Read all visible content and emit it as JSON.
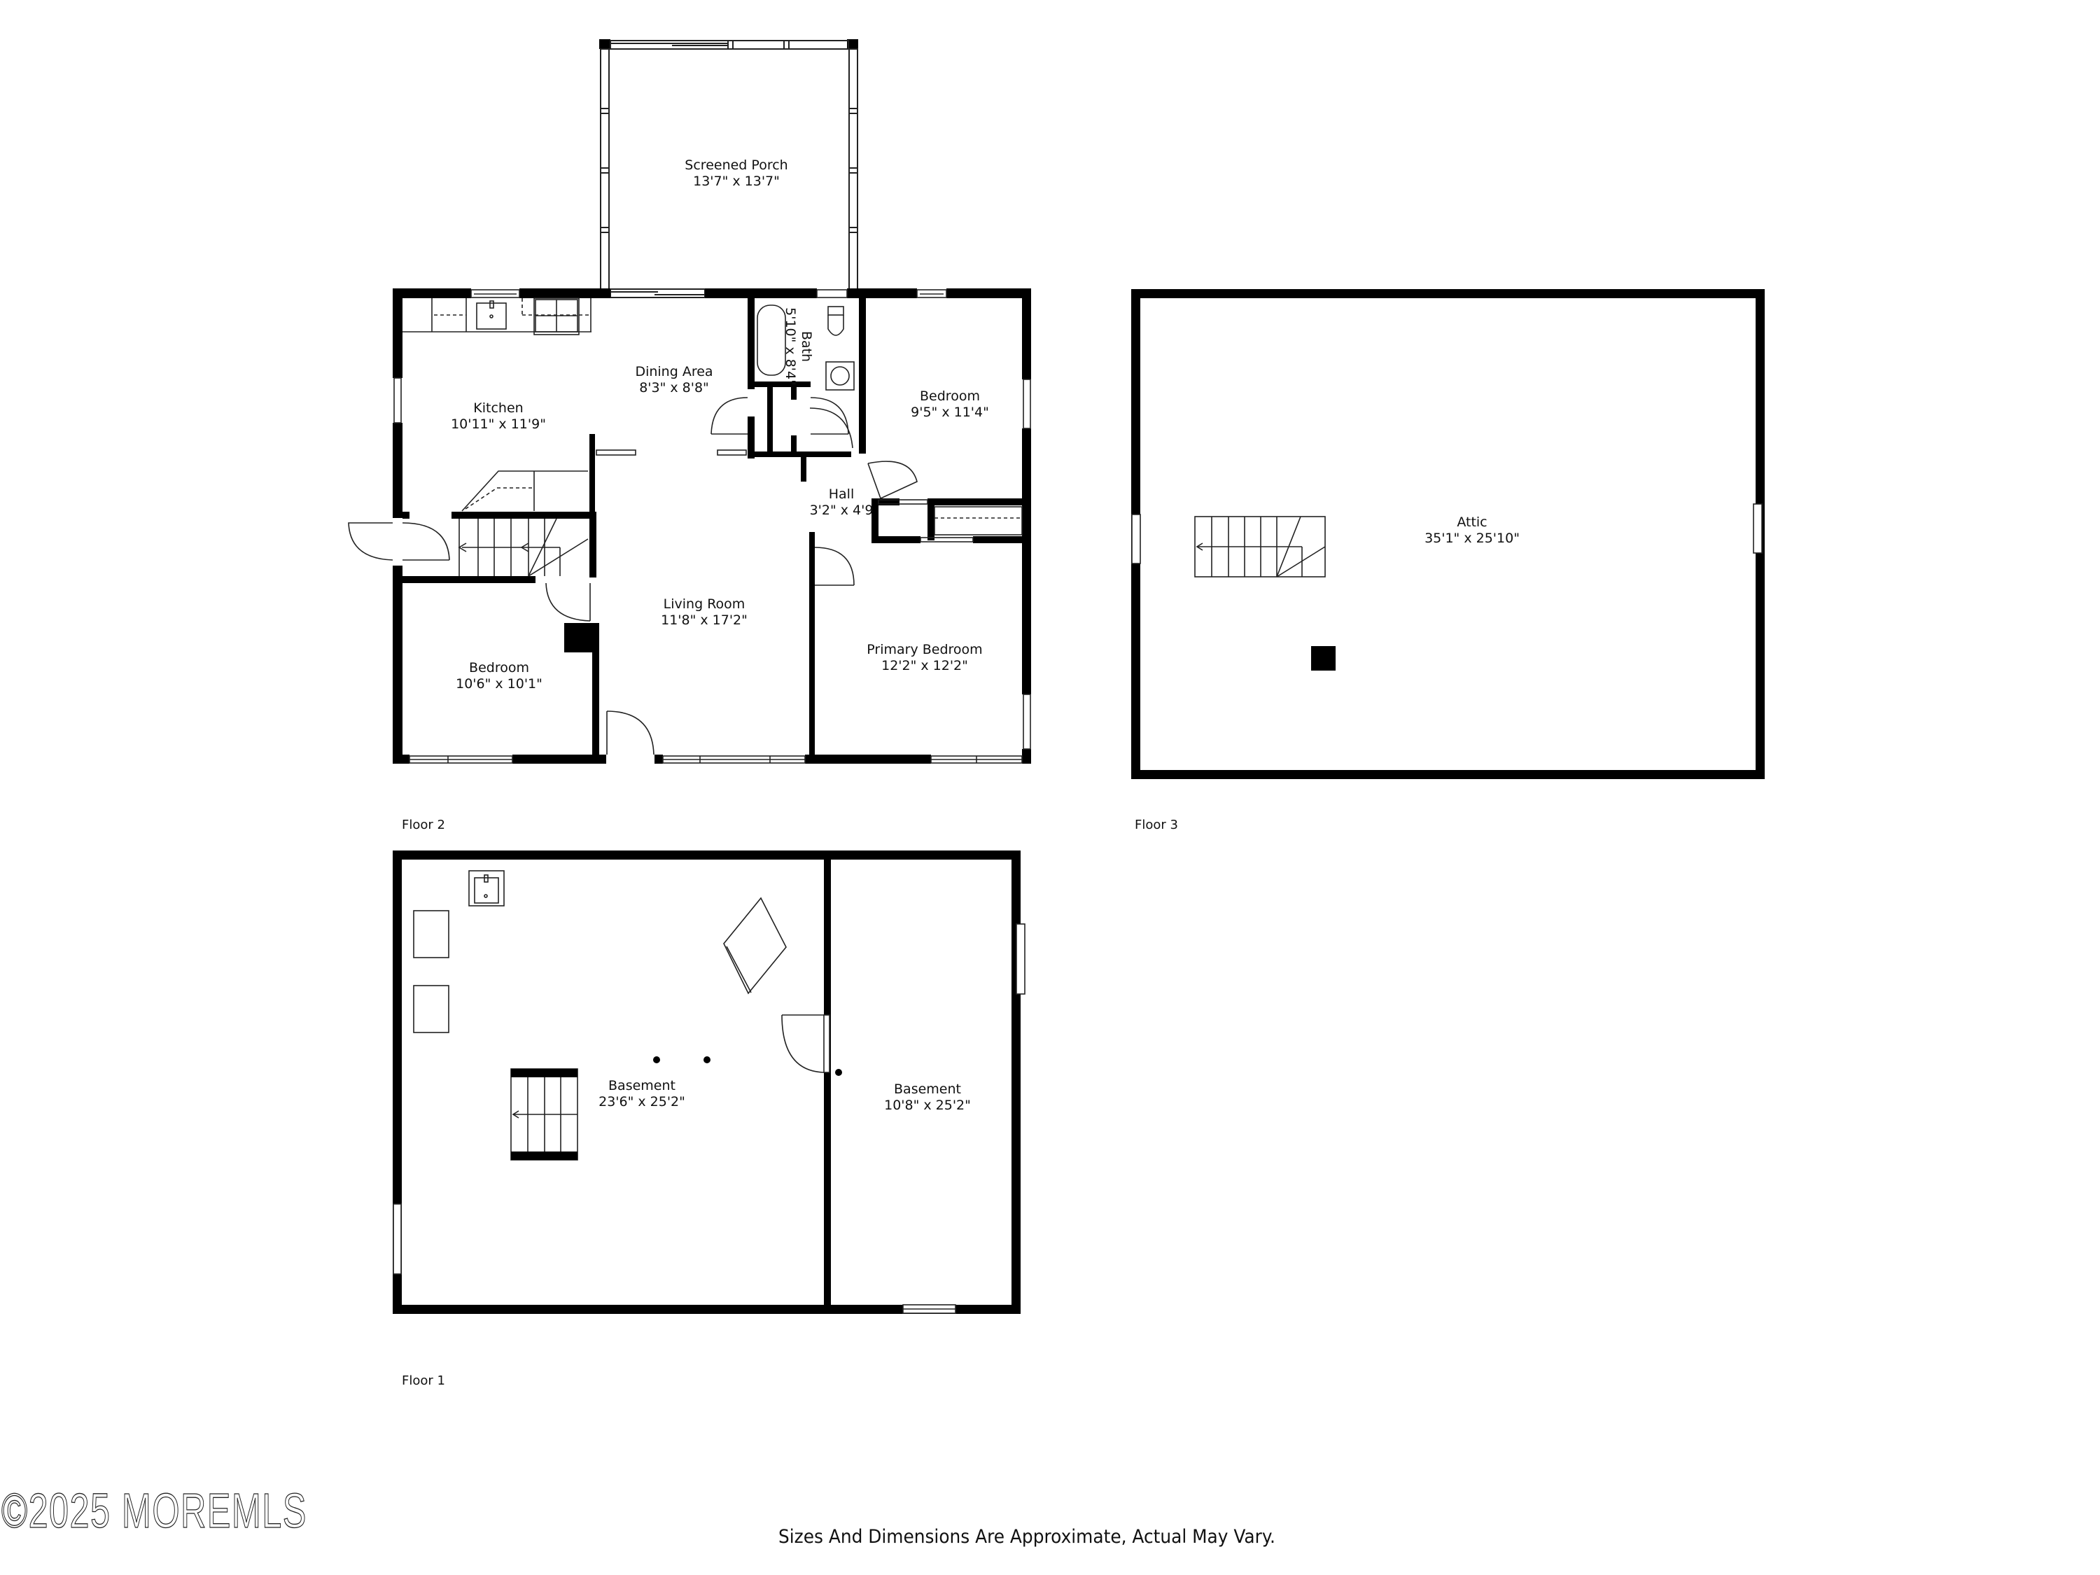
{
  "floors": [
    {
      "label": "Floor 2",
      "rooms": [
        {
          "name": "Screened Porch",
          "dimensions": "13'7\" x 13'7\""
        },
        {
          "name": "Kitchen",
          "dimensions": "10'11\" x 11'9\""
        },
        {
          "name": "Dining Area",
          "dimensions": "8'3\" x 8'8\""
        },
        {
          "name": "Bath",
          "dimensions": "5'10\" x 8'4\""
        },
        {
          "name": "Bedroom",
          "dimensions": "9'5\" x 11'4\""
        },
        {
          "name": "Hall",
          "dimensions": "3'2\" x 4'9"
        },
        {
          "name": "Living Room",
          "dimensions": "11'8\" x 17'2\""
        },
        {
          "name": "Primary Bedroom",
          "dimensions": "12'2\" x 12'2\""
        },
        {
          "name": "Bedroom",
          "dimensions": "10'6\" x 10'1\""
        }
      ]
    },
    {
      "label": "Floor 3",
      "rooms": [
        {
          "name": "Attic",
          "dimensions": "35'1\" x 25'10\""
        }
      ]
    },
    {
      "label": "Floor 1",
      "rooms": [
        {
          "name": "Basement",
          "dimensions": "23'6\" x 25'2\""
        },
        {
          "name": "Basement",
          "dimensions": "10'8\" x 25'2\""
        }
      ]
    }
  ],
  "footer": {
    "watermark": "©2025 MOREMLS",
    "disclaimer": "Sizes And Dimensions Are Approximate, Actual May Vary."
  },
  "colors": {
    "wall": "#000000",
    "background": "#ffffff",
    "line": "#222222"
  }
}
